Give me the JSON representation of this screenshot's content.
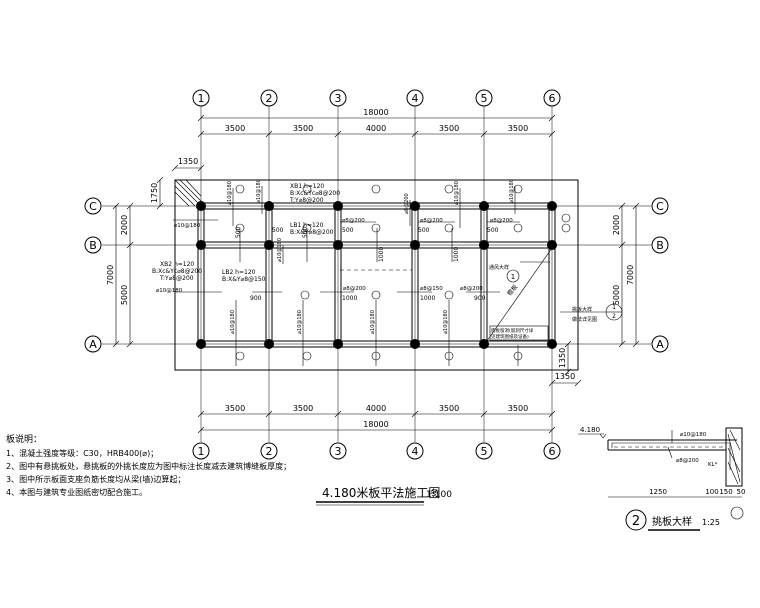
{
  "axes": {
    "numbers": [
      "1",
      "2",
      "3",
      "4",
      "5",
      "6"
    ],
    "letters": [
      "C",
      "B",
      "A"
    ]
  },
  "dims": {
    "total_x": "18000",
    "spans_x": [
      "3500",
      "3500",
      "4000",
      "3500",
      "3500"
    ],
    "total_y": "7000",
    "spans_y": [
      "2000",
      "5000"
    ],
    "cantilever_top": "1750",
    "cantilever_left": "1350",
    "cantilever_bottom": "1350",
    "inner_500": "500",
    "inner_1000": "1000",
    "inner_900": "900"
  },
  "plan_labels": {
    "xb1": [
      "XB1 h=120",
      "B:Xc&Yc⌀8@200",
      "T:Y⌀8@200"
    ],
    "lb1": [
      "LB1 h=120",
      "B:X&Y⌀8@200"
    ],
    "xb2": [
      "XB2 h=120",
      "B:Xc&Yc⌀8@200",
      "T:Y⌀8@200"
    ],
    "lb2": [
      "LB2 h=120",
      "B:X&Y⌀8@150"
    ],
    "rebar": [
      "⌀10@180",
      "⌀8@200",
      "⌀8@150"
    ],
    "hole": "通风大样",
    "hole_note": [
      "底板留洞(留洞尺寸详",
      "见建筑图纸及设备)"
    ],
    "side_callout": [
      "挑板大样",
      "做法详见图"
    ],
    "slope": "檐板",
    "marker_upper": "1",
    "marker_lower": "2"
  },
  "notes": {
    "title": "板说明：",
    "items": [
      "1、混凝土强度等级：C30，HRB400(⌀)；",
      "2、图中有悬挑板处，悬挑板的外挑长度应为图中标注长度减去建筑博缝板厚度；",
      "3、图中所示板面支座负筋长度均从梁(墙)边算起；",
      "4、本图与建筑专业图纸密切配合施工。"
    ]
  },
  "title": {
    "main": "4.180米板平法施工图",
    "scale": "1:100"
  },
  "detail": {
    "elevation": "4.180",
    "rebar1": "⌀10@180",
    "rebar2": "⌀8@200",
    "beam": "KL*",
    "dim1": "1250",
    "dim2": "100",
    "dim3": "150",
    "dim4": "50",
    "marker": "2",
    "title": "挑板大样",
    "scale": "1:25"
  }
}
